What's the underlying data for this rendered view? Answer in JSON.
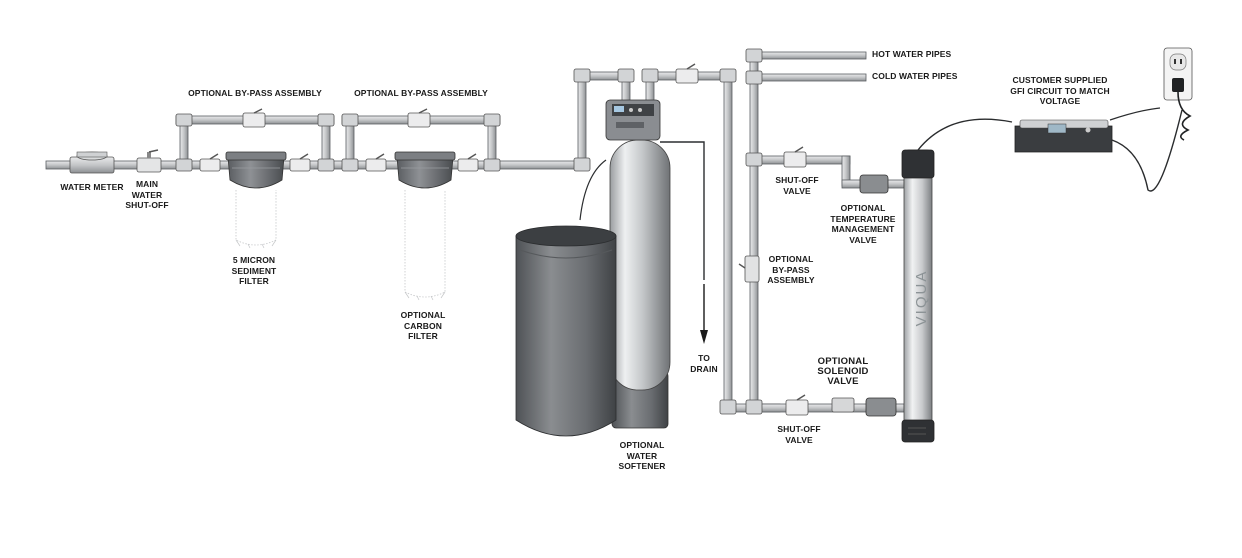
{
  "labels": {
    "water_meter": "WATER METER",
    "main_shutoff": "MAIN\nWATER\nSHUT-OFF",
    "bypass_1": "OPTIONAL BY-PASS ASSEMBLY",
    "bypass_2": "OPTIONAL BY-PASS ASSEMBLY",
    "sediment_filter": "5 MICRON\nSEDIMENT\nFILTER",
    "carbon_filter": "OPTIONAL\nCARBON\nFILTER",
    "water_softener": "OPTIONAL\nWATER\nSOFTENER",
    "to_drain": "TO\nDRAIN",
    "hot_water": "HOT WATER PIPES",
    "cold_water": "COLD WATER PIPES",
    "gfi_circuit": "CUSTOMER SUPPLIED\nGFI CIRCUIT TO MATCH\nVOLTAGE",
    "shutoff_upper": "SHUT-OFF\nVALVE",
    "temp_valve": "OPTIONAL\nTEMPERATURE\nMANAGEMENT\nVALVE",
    "bypass_3": "OPTIONAL\nBY-PASS\nASSEMBLY",
    "solenoid": "OPTIONAL\nSOLENOID\nVALVE",
    "shutoff_lower": "SHUT-OFF\nVALVE"
  },
  "brand": "VIQUA",
  "colors": {
    "pipe": "#c9cbcd",
    "pipe_edge": "#555a5e",
    "softener_tank": "#6d7074",
    "filter_head": "#6b6e72",
    "text": "#1a1a1a"
  }
}
